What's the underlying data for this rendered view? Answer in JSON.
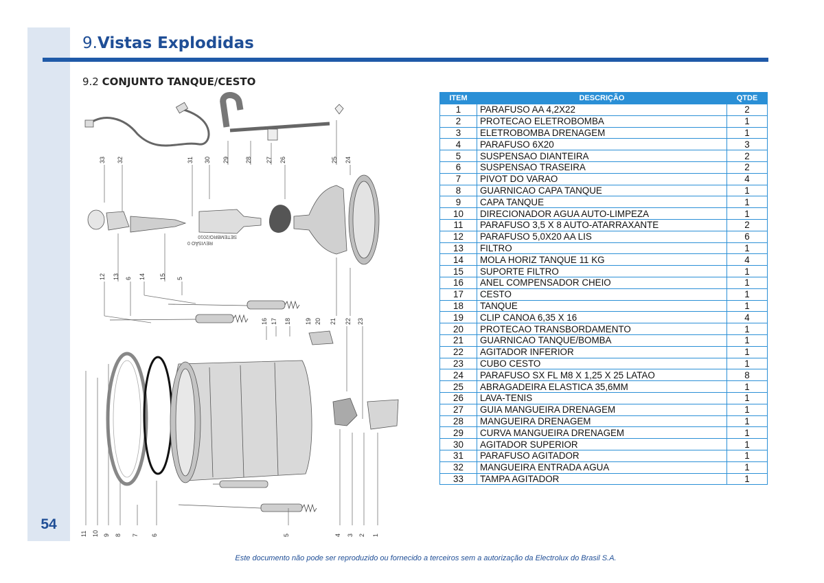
{
  "page": {
    "number": "54",
    "section_number": "9.",
    "section_title": "Vistas Explodidas",
    "subsection_number": "9.2",
    "subsection_title": "CONJUNTO TANQUE/CESTO",
    "footer": "Este documento não pode ser reproduzido ou fornecido a terceiros sem a autorização da Electrolux do Brasil S.A."
  },
  "table": {
    "headers": {
      "item": "ITEM",
      "description": "DESCRIÇÃO",
      "qty": "QTDE"
    },
    "rows": [
      {
        "item": "1",
        "desc": "PARAFUSO AA 4,2X22",
        "qty": "2"
      },
      {
        "item": "2",
        "desc": "PROTECAO ELETROBOMBA",
        "qty": "1"
      },
      {
        "item": "3",
        "desc": "ELETROBOMBA DRENAGEM",
        "qty": "1"
      },
      {
        "item": "4",
        "desc": "PARAFUSO 6X20",
        "qty": "3"
      },
      {
        "item": "5",
        "desc": "SUSPENSAO DIANTEIRA",
        "qty": "2"
      },
      {
        "item": "6",
        "desc": "SUSPENSAO TRASEIRA",
        "qty": "2"
      },
      {
        "item": "7",
        "desc": "PIVOT DO VARAO",
        "qty": "4"
      },
      {
        "item": "8",
        "desc": "GUARNICAO CAPA TANQUE",
        "qty": "1"
      },
      {
        "item": "9",
        "desc": "CAPA TANQUE",
        "qty": "1"
      },
      {
        "item": "10",
        "desc": "DIRECIONADOR AGUA AUTO-LIMPEZA",
        "qty": "1"
      },
      {
        "item": "11",
        "desc": "PARAFUSO 3,5 X 8 AUTO-ATARRAXANTE",
        "qty": "2"
      },
      {
        "item": "12",
        "desc": "PARAFUSO 5,0X20 AA LIS",
        "qty": "6"
      },
      {
        "item": "13",
        "desc": "FILTRO",
        "qty": "1"
      },
      {
        "item": "14",
        "desc": "MOLA HORIZ TANQUE 11 KG",
        "qty": "4"
      },
      {
        "item": "15",
        "desc": "SUPORTE FILTRO",
        "qty": "1"
      },
      {
        "item": "16",
        "desc": "ANEL COMPENSADOR CHEIO",
        "qty": "1"
      },
      {
        "item": "17",
        "desc": "CESTO",
        "qty": "1"
      },
      {
        "item": "18",
        "desc": "TANQUE",
        "qty": "1"
      },
      {
        "item": "19",
        "desc": "CLIP CANOA 6,35 X 16",
        "qty": "4"
      },
      {
        "item": "20",
        "desc": "PROTECAO TRANSBORDAMENTO",
        "qty": "1"
      },
      {
        "item": "21",
        "desc": "GUARNICAO TANQUE/BOMBA",
        "qty": "1"
      },
      {
        "item": "22",
        "desc": "AGITADOR INFERIOR",
        "qty": "1"
      },
      {
        "item": "23",
        "desc": "CUBO CESTO",
        "qty": "1"
      },
      {
        "item": "24",
        "desc": "PARAFUSO SX FL M8 X 1,25 X 25 LATAO",
        "qty": "8"
      },
      {
        "item": "25",
        "desc": "ABRAGADEIRA ELASTICA 35,6MM",
        "qty": "1"
      },
      {
        "item": "26",
        "desc": "LAVA-TENIS",
        "qty": "1"
      },
      {
        "item": "27",
        "desc": "GUIA MANGUEIRA DRENAGEM",
        "qty": "1"
      },
      {
        "item": "28",
        "desc": "MANGUEIRA DRENAGEM",
        "qty": "1"
      },
      {
        "item": "29",
        "desc": "CURVA MANGUEIRA DRENAGEM",
        "qty": "1"
      },
      {
        "item": "30",
        "desc": "AGITADOR SUPERIOR",
        "qty": "1"
      },
      {
        "item": "31",
        "desc": "PARAFUSO AGITADOR",
        "qty": "1"
      },
      {
        "item": "32",
        "desc": "MANGUEIRA ENTRADA AGUA",
        "qty": "1"
      },
      {
        "item": "33",
        "desc": "TAMPA AGITADOR",
        "qty": "1"
      }
    ]
  },
  "diagram": {
    "revision_line1": "REVISÃO 0",
    "revision_line2": "SETEMBRO/2010",
    "callouts_top": [
      "33",
      "32",
      "31",
      "30",
      "29",
      "28",
      "27",
      "26",
      "25",
      "24"
    ],
    "callouts_mid": [
      "12",
      "13",
      "6",
      "14",
      "15",
      "5"
    ],
    "callouts_center": [
      "16",
      "17",
      "18",
      "19",
      "20",
      "21",
      "22",
      "23"
    ],
    "callouts_bottom": [
      "11",
      "10",
      "9",
      "8",
      "7",
      "6",
      "5",
      "4",
      "3",
      "2",
      "1"
    ]
  }
}
